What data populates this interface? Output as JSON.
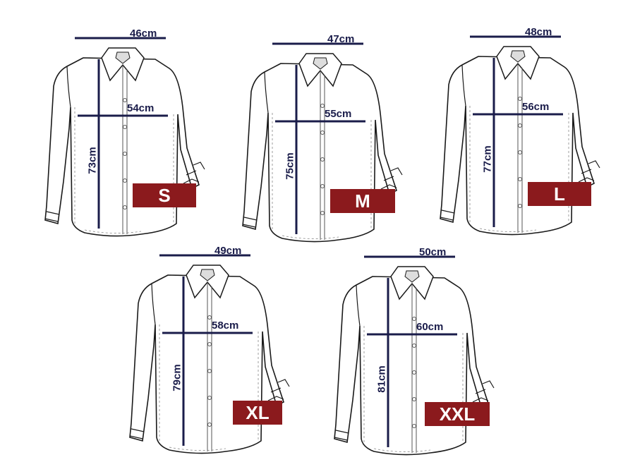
{
  "colors": {
    "measure_line": "#1a1c4a",
    "badge": "#8b1a1d",
    "badge_text": "#ffffff",
    "outline": "#1a1a1a"
  },
  "sizes": [
    {
      "size": "S",
      "shoulder": "46cm",
      "chest": "54cm",
      "length": "73cm"
    },
    {
      "size": "M",
      "shoulder": "47cm",
      "chest": "55cm",
      "length": "75cm"
    },
    {
      "size": "L",
      "shoulder": "48cm",
      "chest": "56cm",
      "length": "77cm"
    },
    {
      "size": "XL",
      "shoulder": "49cm",
      "chest": "58cm",
      "length": "79cm"
    },
    {
      "size": "XXL",
      "shoulder": "50cm",
      "chest": "60cm",
      "length": "81cm"
    }
  ]
}
